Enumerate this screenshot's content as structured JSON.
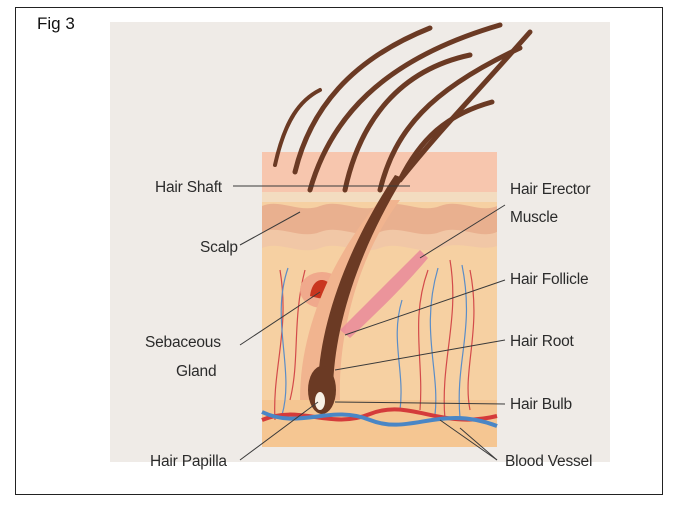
{
  "figure": {
    "label": "Fig 3"
  },
  "labels": {
    "hair_shaft": "Hair Shaft",
    "scalp": "Scalp",
    "sebaceous_line1": "Sebaceous",
    "sebaceous_line2": "Gland",
    "hair_papilla": "Hair Papilla",
    "erector_line1": "Hair Erector",
    "erector_line2": "Muscle",
    "hair_follicle": "Hair Follicle",
    "hair_root": "Hair Root",
    "hair_bulb": "Hair Bulb",
    "blood_vessel": "Blood Vessel"
  },
  "colors": {
    "background_panel": "#eeeae6",
    "epidermis": "#f6c9b0",
    "dermis": "#f4cd9e",
    "fat": "#f8d7ab",
    "hair": "#6b3a24",
    "vein": "#4a86c5",
    "artery": "#d43b3b",
    "leader_line": "#3a3a3a"
  }
}
